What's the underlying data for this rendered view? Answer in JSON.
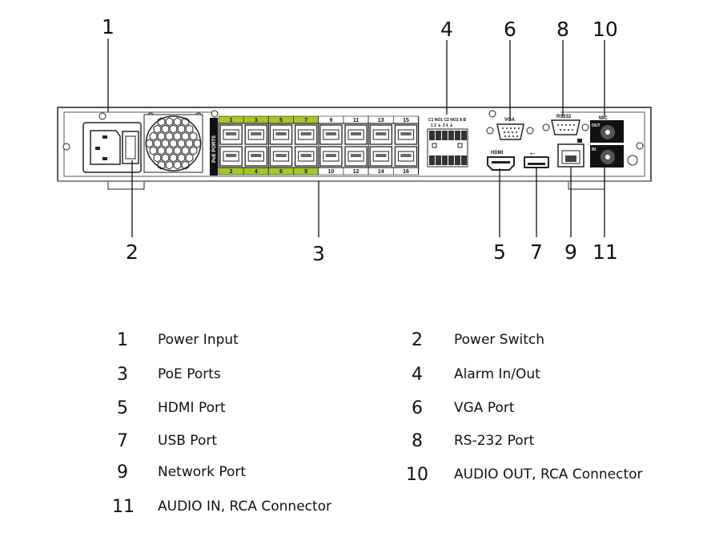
{
  "callouts": [
    "1",
    "2",
    "3",
    "4",
    "5",
    "6",
    "7",
    "8",
    "9",
    "10",
    "11"
  ],
  "panel": {
    "poe_label": "PoE PORTS",
    "ports_top": [
      "1",
      "3",
      "5",
      "7",
      "9",
      "11",
      "13",
      "15"
    ],
    "ports_bottom": [
      "2",
      "4",
      "6",
      "8",
      "10",
      "12",
      "14",
      "16"
    ],
    "poe_highlight_color": "#a8c62a",
    "alarm_top": "C1 NO1 C2 NO2  A   B",
    "alarm_bottom": "1   2   ⏚   3   4   ⏚",
    "vga": "VGA",
    "rs232": "RS232",
    "mic": "MIC",
    "out": "OUT",
    "in": "IN",
    "hdmi": "HDMI"
  },
  "legend": [
    {
      "num": "1",
      "label": "Power Input"
    },
    {
      "num": "2",
      "label": "Power Switch"
    },
    {
      "num": "3",
      "label": "PoE  Ports"
    },
    {
      "num": "4",
      "label": "Alarm In/Out"
    },
    {
      "num": "5",
      "label": "HDMI Port"
    },
    {
      "num": "6",
      "label": "VGA Port"
    },
    {
      "num": "7",
      "label": "USB  Port"
    },
    {
      "num": "8",
      "label": "RS-232 Port"
    },
    {
      "num": "9",
      "label": "Network Port"
    },
    {
      "num": "10",
      "label": "AUDIO OUT, RCA Connector"
    },
    {
      "num": "11",
      "label": "AUDIO IN, RCA Connector"
    }
  ]
}
